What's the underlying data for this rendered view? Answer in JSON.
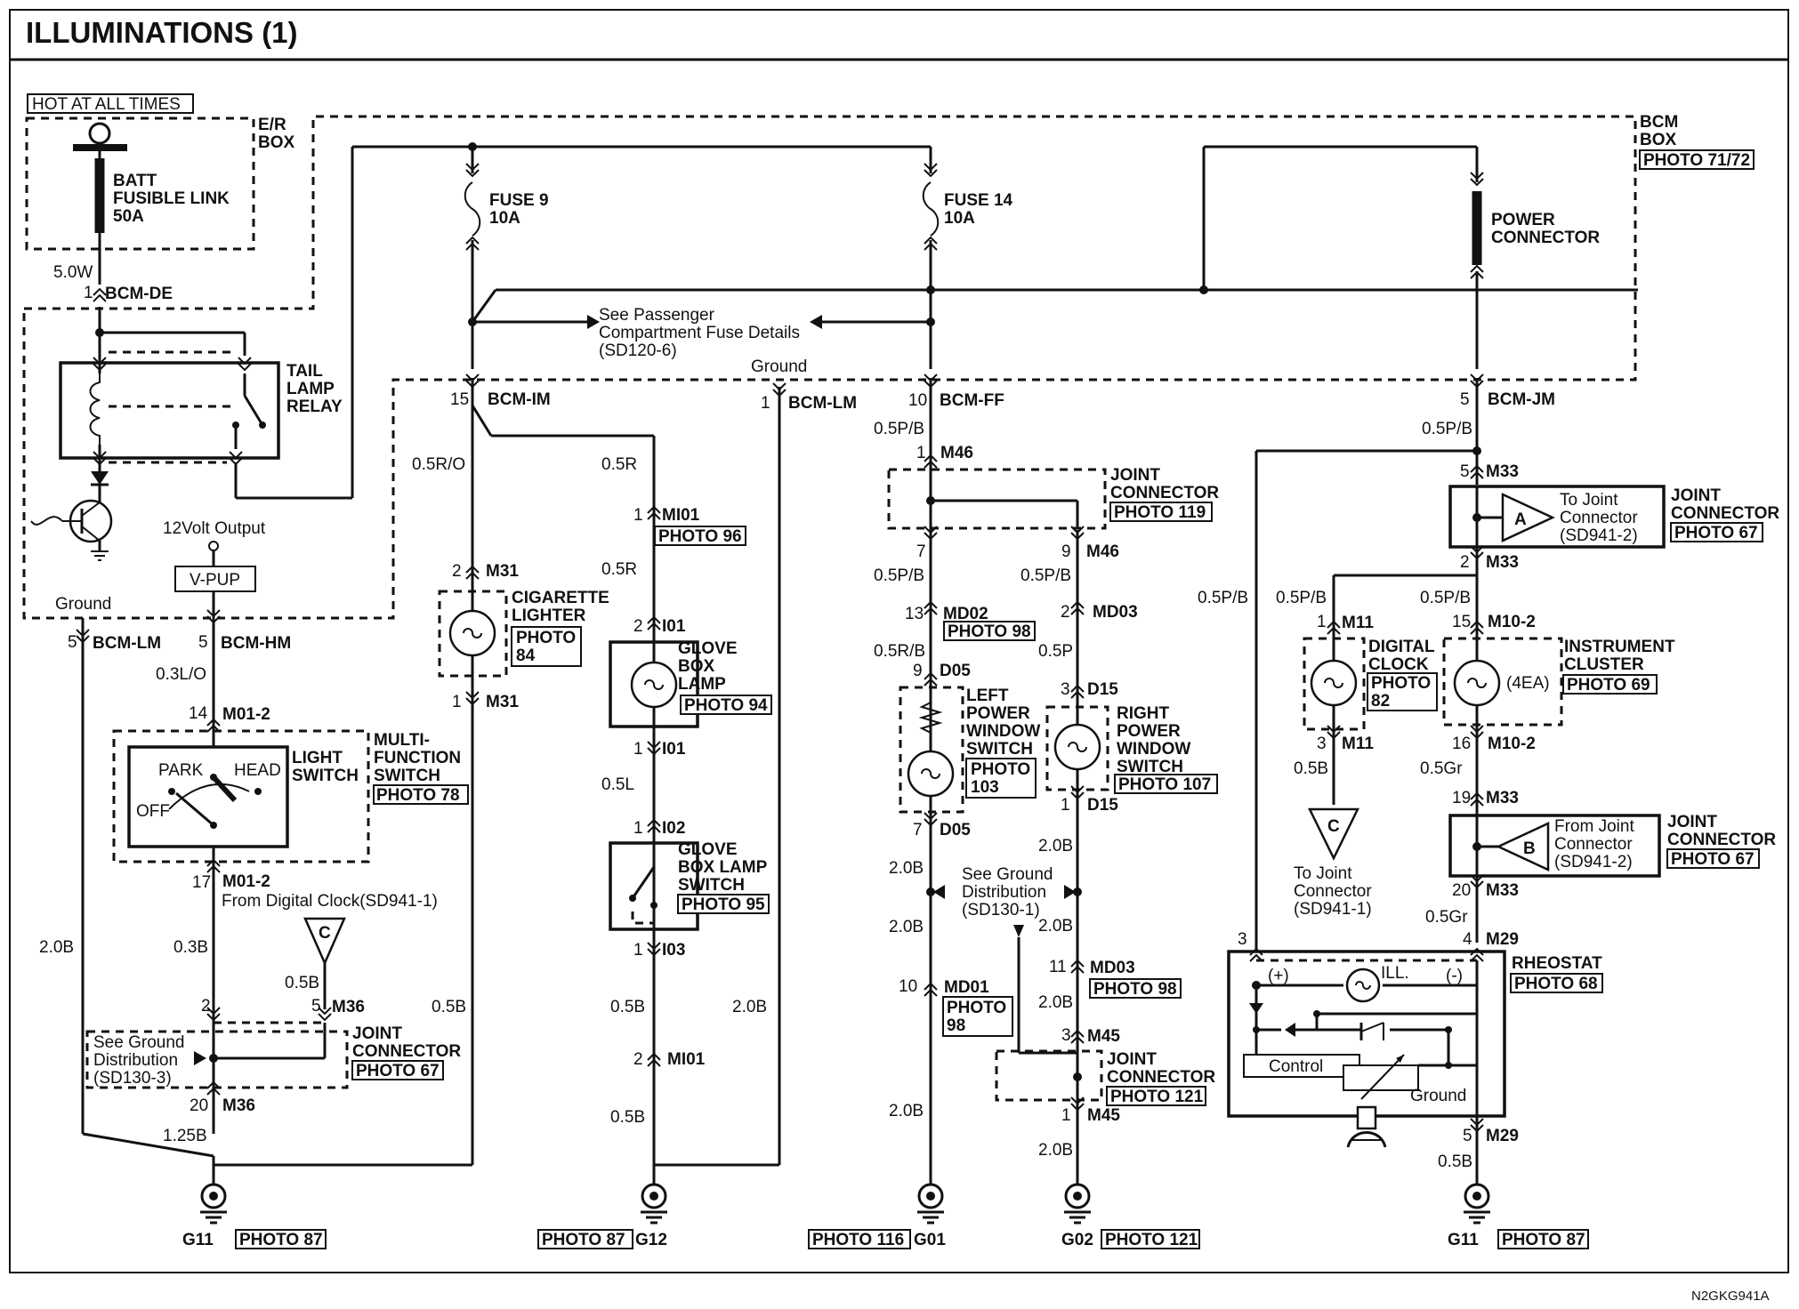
{
  "title": "ILLUMINATIONS (1)",
  "figure_code": "N2GKG941A",
  "power": {
    "hot_at_all_times": "HOT AT ALL TIMES",
    "er_box": [
      "E/R",
      "BOX"
    ],
    "batt_link": [
      "BATT",
      "FUSIBLE LINK",
      "50A"
    ],
    "bcm_box": [
      "BCM",
      "BOX"
    ],
    "bcm_photo": "PHOTO 71/72",
    "fuse9": [
      "FUSE 9",
      "10A"
    ],
    "fuse14": [
      "FUSE 14",
      "10A"
    ],
    "power_connector": [
      "POWER",
      "CONNECTOR"
    ],
    "see_fuse": [
      "See Passenger",
      "Compartment Fuse Details",
      "(SD120-6)"
    ],
    "ground_top": "Ground",
    "tail_lamp_relay": [
      "TAIL",
      "LAMP",
      "RELAY"
    ],
    "volt_output": "12Volt Output",
    "vpup": "V-PUP",
    "ground_left": "Ground"
  },
  "wires": {
    "w_50w": "5.0W",
    "bcm_de_pin": "1",
    "bcm_de": "BCM-DE",
    "bcm_im_pin": "15",
    "bcm_im": "BCM-IM",
    "bcm_lm_pin_top": "1",
    "bcm_lm_top": "BCM-LM",
    "bcm_ff_pin": "10",
    "bcm_ff": "BCM-FF",
    "bcm_jm_pin": "5",
    "bcm_jm": "BCM-JM",
    "bcm_lm_pin": "5",
    "bcm_lm": "BCM-LM",
    "bcm_hm_pin": "5",
    "bcm_hm": "BCM-HM",
    "w_03lo": "0.3L/O",
    "m01_2_pin_top": "14",
    "m01_2_top": "M01-2",
    "m01_2_pin_bot": "17",
    "m01_2_bot": "M01-2",
    "from_clock": "From Digital Clock(SD941-1)",
    "w_20b_left": "2.0B",
    "w_03b": "0.3B",
    "w_05b_c": "0.5B",
    "m36_pin2": "2",
    "m36_pin5": "5",
    "m36_top": "M36",
    "m36_pin20": "20",
    "m36_bot": "M36",
    "w_125b": "1.25B",
    "see_ground_left": [
      "See Ground",
      "Distribution",
      "(SD130-3)"
    ],
    "jc67_left": [
      "JOINT",
      "CONNECTOR"
    ],
    "photo67_left": "PHOTO 67",
    "w_05ro": "0.5R/O",
    "m31_pin2": "2",
    "m31_top": "M31",
    "cig_lighter": [
      "CIGARETTE",
      "LIGHTER"
    ],
    "photo84": [
      "PHOTO",
      "84"
    ],
    "m31_pin1": "1",
    "m31_bot": "M31",
    "w_05b_cig": "0.5B",
    "w_05r": "0.5R",
    "mi01_pin1": "1",
    "mi01_top": "MI01",
    "photo96": "PHOTO 96",
    "w_05r2": "0.5R",
    "i01_pin2": "2",
    "i01_top": "I01",
    "glove_lamp": [
      "GLOVE",
      "BOX",
      "LAMP"
    ],
    "photo94": "PHOTO 94",
    "i01_pin1": "1",
    "i01_bot": "I01",
    "w_05l": "0.5L",
    "i02_pin1": "1",
    "i02": "I02",
    "glove_switch": [
      "GLOVE",
      "BOX LAMP",
      "SWITCH"
    ],
    "photo95": "PHOTO 95",
    "i03_pin1": "1",
    "i03": "I03",
    "w_05b_g1": "0.5B",
    "mi01_pin2": "2",
    "mi01_bot": "MI01",
    "w_05b_g2": "0.5B",
    "w_20b_lm": "2.0B",
    "w_05pb_ff": "0.5P/B",
    "m46_pin1": "1",
    "m46_top": "M46",
    "jc119": [
      "JOINT",
      "CONNECTOR"
    ],
    "photo119": "PHOTO 119",
    "m46_pin7": "7",
    "m46_pin9": "9",
    "m46_right": "M46",
    "w_05pb_a": "0.5P/B",
    "w_05pb_b": "0.5P/B",
    "md02_pin": "13",
    "md02": "MD02",
    "photo98_a": "PHOTO 98",
    "md03_pin": "2",
    "md03_top": "MD03",
    "w_05rb": "0.5R/B",
    "d05_pin9": "9",
    "d05_top": "D05",
    "w_05p": "0.5P",
    "d15_pin3": "3",
    "d15_top": "D15",
    "left_pw": [
      "LEFT",
      "POWER",
      "WINDOW",
      "SWITCH"
    ],
    "photo103": [
      "PHOTO",
      "103"
    ],
    "right_pw": [
      "RIGHT",
      "POWER",
      "WINDOW",
      "SWITCH"
    ],
    "photo107": "PHOTO 107",
    "d05_pin7": "7",
    "d05_bot": "D05",
    "d15_pin1": "1",
    "d15_bot": "D15",
    "w_20b_a": "2.0B",
    "w_20b_b": "2.0B",
    "see_ground_mid": [
      "See Ground",
      "Distribution",
      "(SD130-1)"
    ],
    "w_20b_c": "2.0B",
    "w_20b_d": "2.0B",
    "md03_pin11": "11",
    "md03_bot": "MD03",
    "photo98_b": "PHOTO 98",
    "md01_pin": "10",
    "md01": "MD01",
    "photo98_c": [
      "PHOTO",
      "98"
    ],
    "w_20b_e": "2.0B",
    "m45_pin3": "3",
    "m45_top": "M45",
    "jc121": [
      "JOINT",
      "CONNECTOR"
    ],
    "photo121_jc": "PHOTO 121",
    "m45_pin1": "1",
    "m45_bot": "M45",
    "w_20b_f": "2.0B",
    "w_20b_g": "2.0B",
    "w_05pb_jm": "0.5P/B",
    "m33_pin5": "5",
    "m33_a": "M33",
    "jc67_a": [
      "JOINT",
      "CONNECTOR"
    ],
    "photo67_a": "PHOTO 67",
    "to_jc_a": [
      "To Joint",
      "Connector",
      "(SD941-2)"
    ],
    "letter_a": "A",
    "m33_pin2": "2",
    "m33_b": "M33",
    "w_05pb_left": "0.5P/B",
    "w_05pb_m11": "0.5P/B",
    "w_05pb_m10": "0.5P/B",
    "m11_pin1": "1",
    "m11_top": "M11",
    "m10_pin15": "15",
    "m10_top": "M10-2",
    "digital_clock": [
      "DIGITAL",
      "CLOCK"
    ],
    "photo82": [
      "PHOTO",
      "82"
    ],
    "instrument_cluster": [
      "INSTRUMENT",
      "CLUSTER"
    ],
    "photo69": "PHOTO 69",
    "bulbs_4ea": "(4EA)",
    "m11_pin3": "3",
    "m11_bot": "M11",
    "m10_pin16": "16",
    "m10_bot": "M10-2",
    "w_05b_m11": "0.5B",
    "w_05gr_a": "0.5Gr",
    "m33_pin19": "19",
    "m33_c": "M33",
    "letter_c": "C",
    "to_jc_c": [
      "To Joint",
      "Connector",
      "(SD941-1)"
    ],
    "from_jc_b": [
      "From Joint",
      "Connector",
      "(SD941-2)"
    ],
    "letter_b": "B",
    "jc67_b": [
      "JOINT",
      "CONNECTOR"
    ],
    "photo67_b": "PHOTO 67",
    "m33_pin20": "20",
    "m33_d": "M33",
    "w_05gr_b": "0.5Gr",
    "m29_pin3": "3",
    "m29_pin4": "4",
    "m29_top": "M29",
    "rheostat": "RHEOSTAT",
    "photo68": "PHOTO 68",
    "ill": "ILL.",
    "plus": "(+)",
    "minus": "(-)",
    "control": "Control",
    "ground_rh": "Ground",
    "m29_pin5": "5",
    "m29_bot": "M29",
    "w_05b_rh": "0.5B",
    "light_switch": [
      "LIGHT",
      "SWITCH"
    ],
    "park": "PARK",
    "head": "HEAD",
    "off": "OFF",
    "multi_function": [
      "MULTI-",
      "FUNCTION",
      "SWITCH"
    ],
    "photo78": "PHOTO 78"
  },
  "grounds": {
    "g11_left": "G11",
    "photo87_left": "PHOTO 87",
    "g12": "G12",
    "photo87_mid": "PHOTO 87",
    "g01": "G01",
    "photo116": "PHOTO 116",
    "g02": "G02",
    "photo121": "PHOTO 121",
    "g11_right": "G11",
    "photo87_right": "PHOTO 87"
  }
}
